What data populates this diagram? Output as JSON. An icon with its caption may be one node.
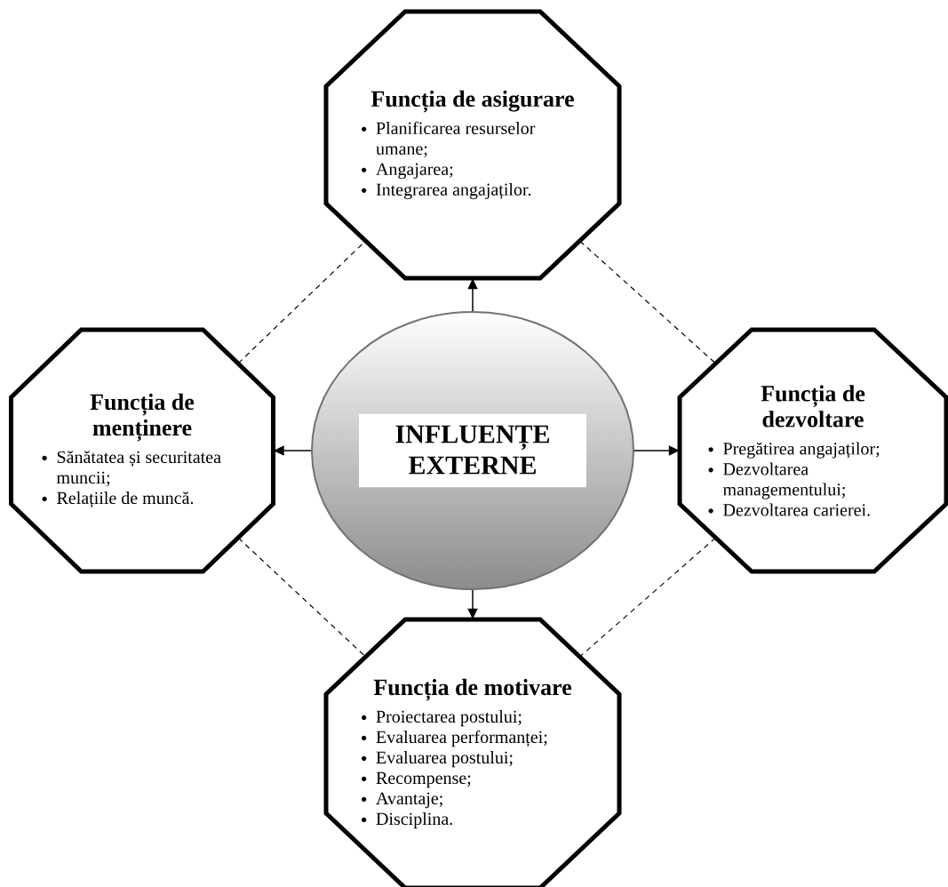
{
  "diagram": {
    "nodes": [
      {
        "text": [
          "Funcția de asigurare",
          "Planificarea resurselor umane;",
          "Angajarea;",
          "Integrarea angajaților."
        ]
      },
      {
        "text": [
          "Funcția de menținere",
          "Sănătatea și securitatea muncii;",
          "Relațiile de muncă."
        ]
      },
      {
        "text": [
          "INFLUENȚE EXTERNE"
        ]
      },
      {
        "text": [
          "Funcția de dezvoltare",
          "Pregătirea angajaților;",
          "Dezvoltarea managementului;",
          "Dezvoltarea carierei."
        ]
      },
      {
        "text": [
          "Funcția de motivare",
          "Proiectarea postului;",
          "Evaluarea performanței;",
          "Evaluarea postului;",
          "Recompense;",
          "Avantaje;",
          "Disciplina."
        ]
      }
    ],
    "edges": [
      {
        "from": 2,
        "to": 0,
        "arrow": "to"
      },
      {
        "from": 2,
        "to": 1,
        "arrow": "to"
      },
      {
        "from": 2,
        "to": 3,
        "arrow": "to"
      },
      {
        "from": 2,
        "to": 4,
        "arrow": "to"
      },
      {
        "from": 1,
        "to": 0,
        "arrow": "none",
        "style": "dashed"
      },
      {
        "from": 0,
        "to": 3,
        "arrow": "none",
        "style": "dashed"
      },
      {
        "from": 1,
        "to": 4,
        "arrow": "none",
        "style": "dashed"
      },
      {
        "from": 3,
        "to": 4,
        "arrow": "none",
        "style": "dashed"
      }
    ]
  }
}
